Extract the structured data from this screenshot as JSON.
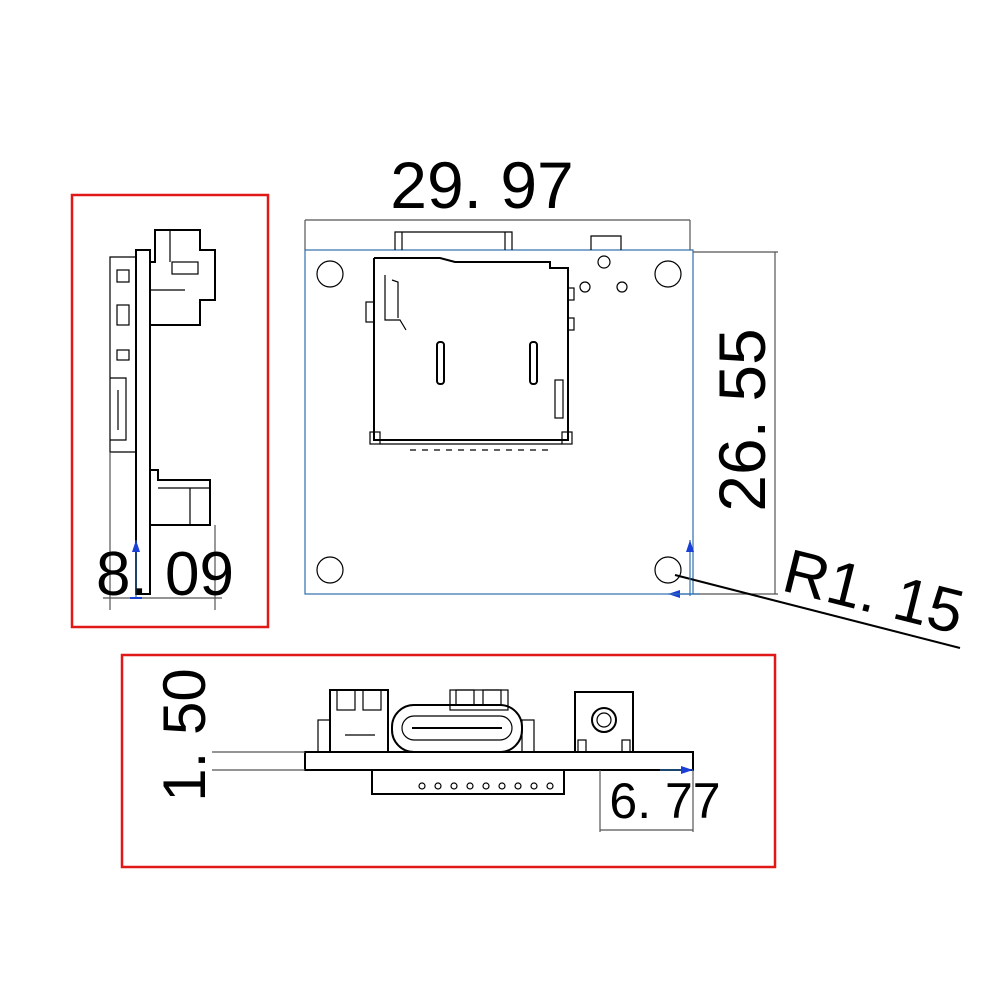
{
  "dimensions": {
    "width": "29. 97",
    "height": "26. 55",
    "radius": "R1. 15",
    "side_thickness": "8. 09",
    "board_thickness": "1. 50",
    "component_offset": "6. 77"
  },
  "colors": {
    "frame": "#e01818",
    "outline": "#2f6fb0",
    "arrow": "#1a3fd6"
  }
}
